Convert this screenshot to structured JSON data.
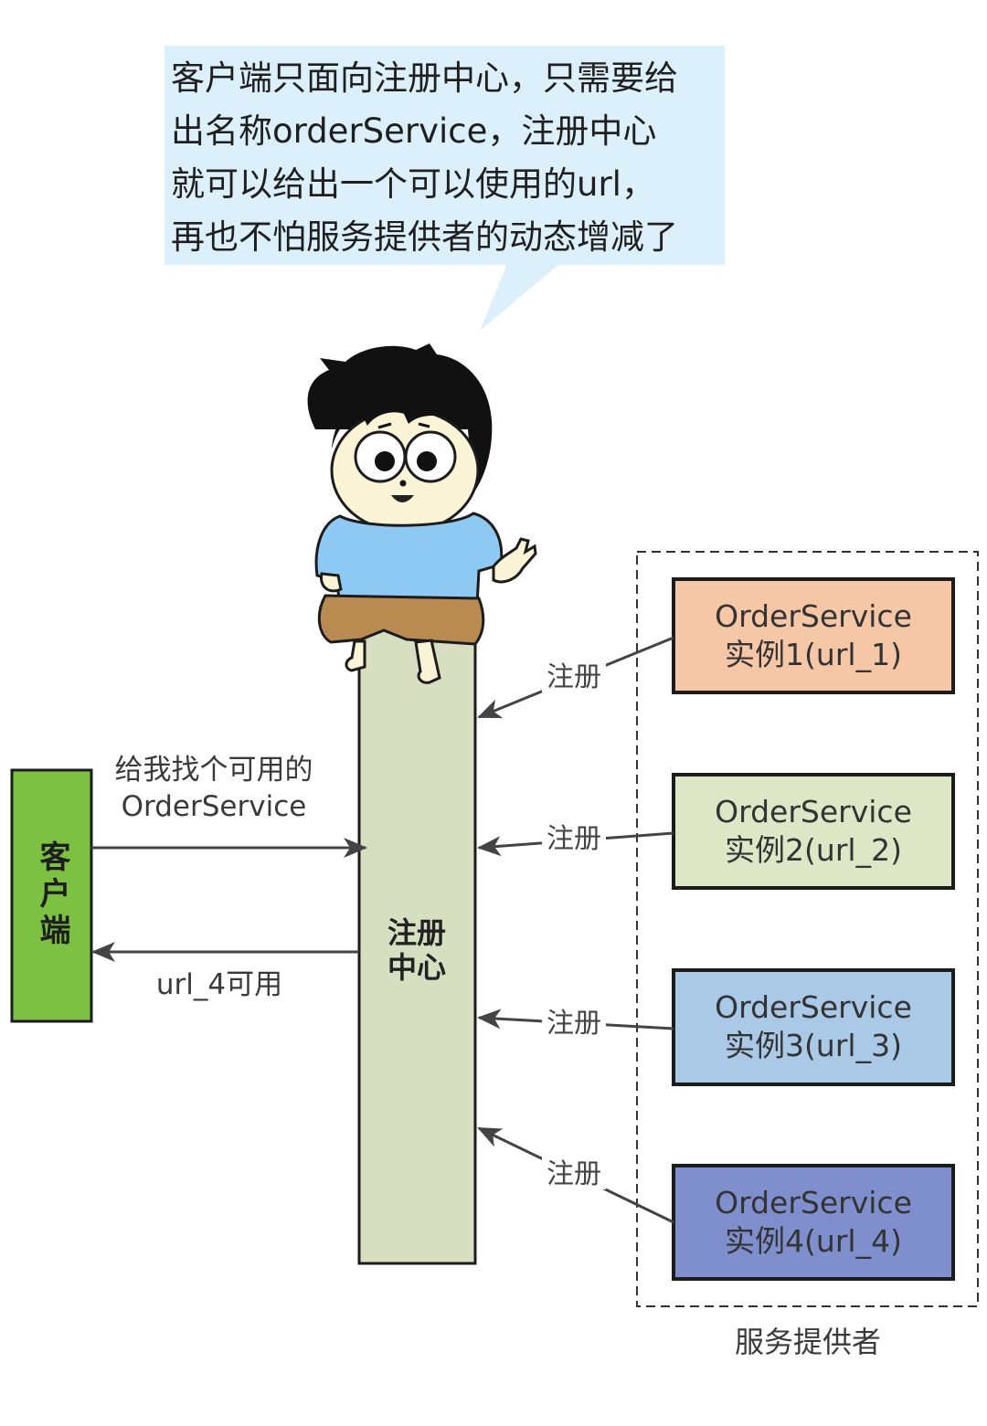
{
  "speech_bubble": {
    "lines": [
      "客户端只面向注册中心，只需要给",
      "出名称orderService，注册中心",
      "就可以给出一个可以使用的url，",
      "再也不怕服务提供者的动态增减了"
    ],
    "color": "#dcf0fb"
  },
  "registry": {
    "lines": [
      "注册",
      "中心"
    ],
    "color": "#d8dfc0"
  },
  "client": {
    "label": "客户端",
    "color": "#7dc142"
  },
  "request": {
    "lines": [
      "给我找个可用的",
      "OrderService"
    ]
  },
  "response": {
    "label": "url_4可用"
  },
  "providers": {
    "label": "服务提供者",
    "register_label": "注册",
    "instances": [
      {
        "title": "OrderService",
        "subtitle": "实例1(url_1)",
        "color": "#f5c7a6"
      },
      {
        "title": "OrderService",
        "subtitle": "实例2(url_2)",
        "color": "#dfe6c6"
      },
      {
        "title": "OrderService",
        "subtitle": "实例3(url_3)",
        "color": "#a9c9e6"
      },
      {
        "title": "OrderService",
        "subtitle": "实例4(url_4)",
        "color": "#7f8fce"
      }
    ]
  },
  "character": {
    "hair_color": "#111111",
    "skin_color": "#fbf4d7",
    "shirt_color": "#8ec9f3",
    "shorts_color": "#b98b51"
  }
}
